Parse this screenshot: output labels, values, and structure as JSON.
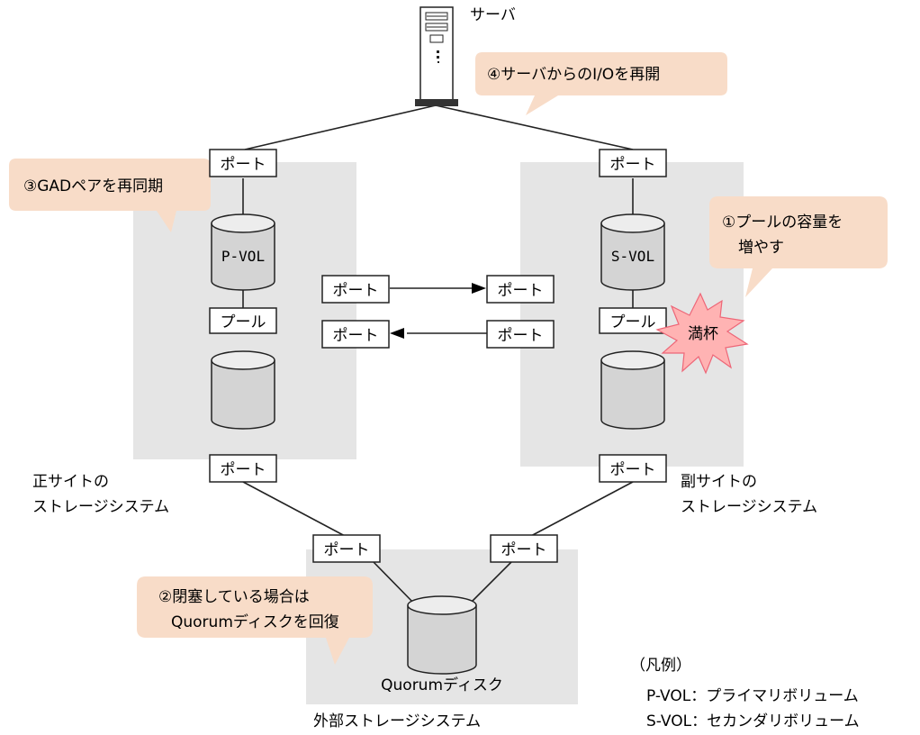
{
  "server": {
    "label": "サーバ"
  },
  "port_label": "ポート",
  "pool_label": "プール",
  "volumes": {
    "pvol": "P-VOL",
    "svol": "S-VOL",
    "quorum": "Quorumディスク"
  },
  "full_badge": "満杯",
  "sites": {
    "primary": [
      "正サイトの",
      "ストレージシステム"
    ],
    "secondary": [
      "副サイトの",
      "ストレージシステム"
    ],
    "external": "外部ストレージシステム"
  },
  "callouts": {
    "step1": [
      "①プールの容量を",
      "増やす"
    ],
    "step2": [
      "②閉塞している場合は",
      "Quorumディスクを回復"
    ],
    "step3": "③GADペアを再同期",
    "step4": "④サーバからのI/Oを再開"
  },
  "legend": {
    "title": "（凡例）",
    "items": [
      "P-VOL：プライマリボリューム",
      "S-VOL：セカンダリボリューム"
    ]
  },
  "colors": {
    "site_box": "#e5e5e5",
    "callout": "#f8dcc8",
    "burst": "#ffb3b3",
    "burst_stroke": "#ee6677"
  }
}
